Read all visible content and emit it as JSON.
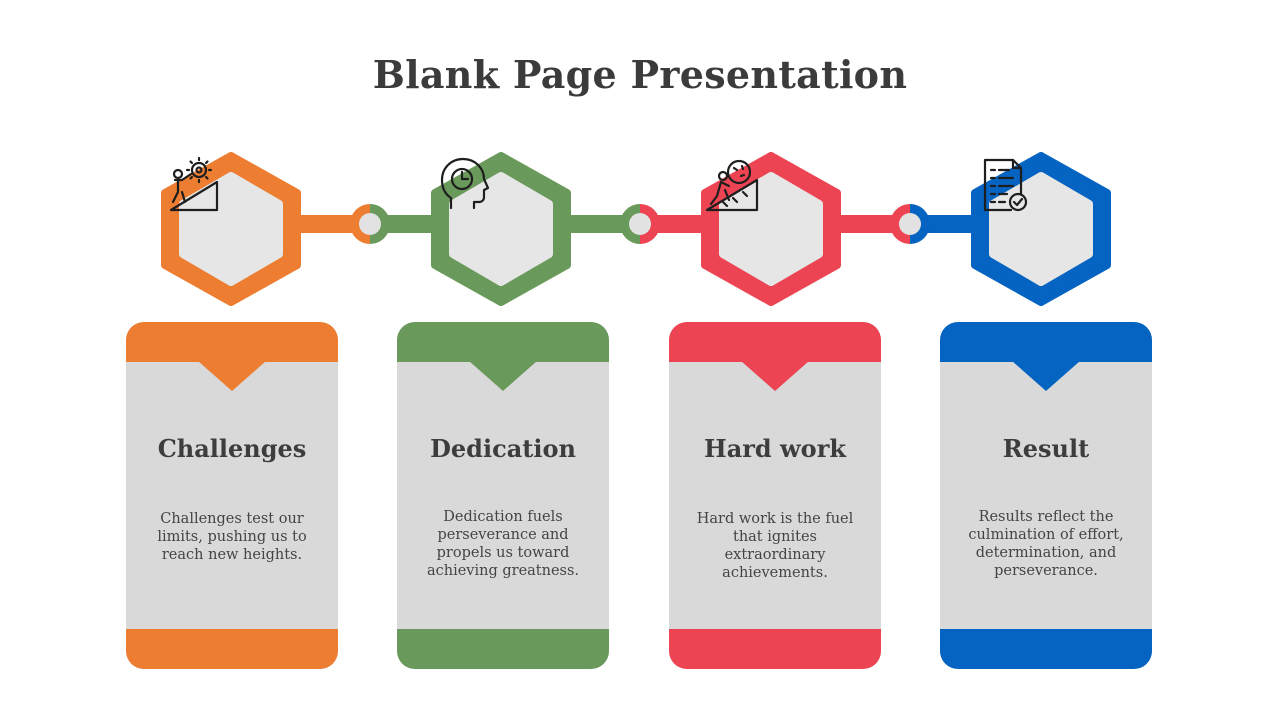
{
  "title": "Blank Page Presentation",
  "colors": {
    "orange": "#ED7D31",
    "green": "#6A9A5B",
    "red": "#EC4452",
    "blue": "#0563C1",
    "card_bg": "#D9D9D9",
    "hex_inner": "#E6E6E6"
  },
  "steps": [
    {
      "title": "Challenges",
      "description": "Challenges test our limits, pushing us to reach new heights.",
      "icon": "climbing-gear-icon",
      "color": "#ED7D31"
    },
    {
      "title": "Dedication",
      "description": "Dedication fuels perseverance and propels us toward achieving greatness.",
      "icon": "head-clock-icon",
      "color": "#6A9A5B"
    },
    {
      "title": "Hard work",
      "description": "Hard work is the fuel that ignites extraordinary achievements.",
      "icon": "pushing-boulder-icon",
      "color": "#EC4452"
    },
    {
      "title": "Result",
      "description": "Results reflect the culmination of effort, determination, and perseverance.",
      "icon": "document-check-icon",
      "color": "#0563C1"
    }
  ]
}
